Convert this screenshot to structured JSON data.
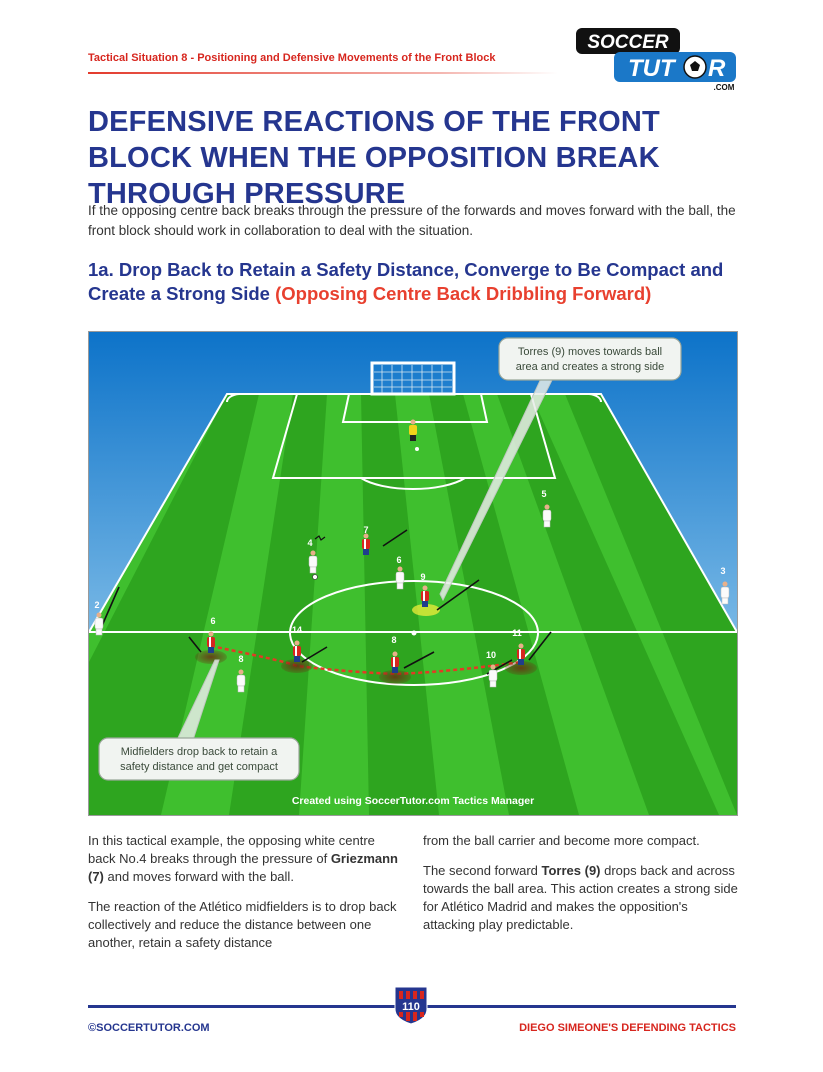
{
  "header": {
    "situation": "Tactical Situation 8 - ",
    "topic": "Positioning and Defensive Movements of the Front Block"
  },
  "logo": {
    "line1": "SOCCER",
    "line2a": "TUT",
    "line2b": "R",
    "line3": ".COM"
  },
  "title": "DEFENSIVE REACTIONS OF THE FRONT BLOCK WHEN THE OPPOSITION BREAK THROUGH PRESSURE",
  "intro": "If the opposing centre back breaks through the pressure of the forwards and moves forward with the ball, the front block should work in collaboration to deal with the situation.",
  "subheading": {
    "main": "1a. Drop Back to Retain a Safety Distance, Converge to Be Compact and Create a Strong Side ",
    "highlight": "(Opposing Centre Back Dribbling Forward)"
  },
  "diagram": {
    "callout_top": [
      "Torres (9) moves towards ball",
      "area and creates a strong side"
    ],
    "callout_bottom": [
      "Midfielders drop back to retain a",
      "safety distance and get compact"
    ],
    "credit": "Created using SoccerTutor.com Tactics Manager",
    "player_numbers": [
      "7",
      "4",
      "6",
      "9",
      "5",
      "3",
      "2",
      "6",
      "14",
      "8",
      "11",
      "10",
      "8"
    ]
  },
  "body": {
    "left_p1_a": "In this tactical example, the opposing white centre back No.4 breaks through the pressure of ",
    "left_p1_b": "Griezmann (7)",
    "left_p1_c": " and moves forward with the ball.",
    "left_p2": "The reaction of the Atlético midfielders is to drop back collectively and reduce the distance between one another, retain a safety distance",
    "right_p1": "from the ball carrier and become more compact.",
    "right_p2_a": "The second forward ",
    "right_p2_b": "Torres (9)",
    "right_p2_c": " drops back and across towards the ball area. This action creates a strong side for Atlético Madrid and makes the opposition's attacking play predictable."
  },
  "footer": {
    "left": "©SOCCERTUTOR.COM",
    "page": "110",
    "right": "DIEGO SIMEONE'S DEFENDING TACTICS"
  },
  "colors": {
    "navy": "#25368f",
    "red": "#d7261e",
    "pitch_light": "#3fbf2e",
    "pitch_dark": "#2ea51f"
  }
}
